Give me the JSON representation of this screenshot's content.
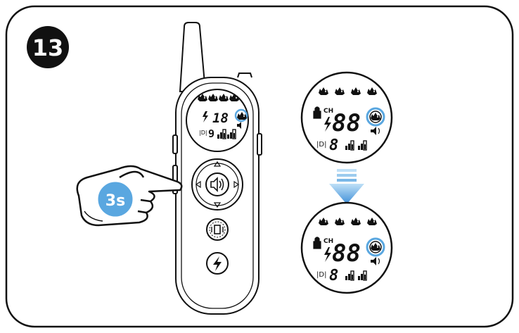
{
  "step": {
    "number": "13"
  },
  "remote": {
    "display": {
      "channel_digits": "18",
      "level_digit": "9"
    }
  },
  "hand": {
    "hold_label": "3s"
  },
  "display_before": {
    "ch_label": "CH",
    "channel_digits": "88",
    "level_digit": "8",
    "highlight": "dog icon selected"
  },
  "display_after": {
    "ch_label": "CH",
    "channel_digits": "88",
    "level_digit": "8",
    "highlight": "dog icon selected"
  },
  "colors": {
    "outline": "#111111",
    "accent_blue": "#5aa7e0",
    "arrow_blue": "#3f8fd8",
    "step_badge": "#111111"
  },
  "icons": [
    "dog-icon",
    "lightning-icon",
    "sound-icon",
    "vibration-icon",
    "lock-icon",
    "battery-icon",
    "signal-icon",
    "arrow-up-icon",
    "arrow-down-icon",
    "arrow-left-icon",
    "arrow-right-icon"
  ]
}
